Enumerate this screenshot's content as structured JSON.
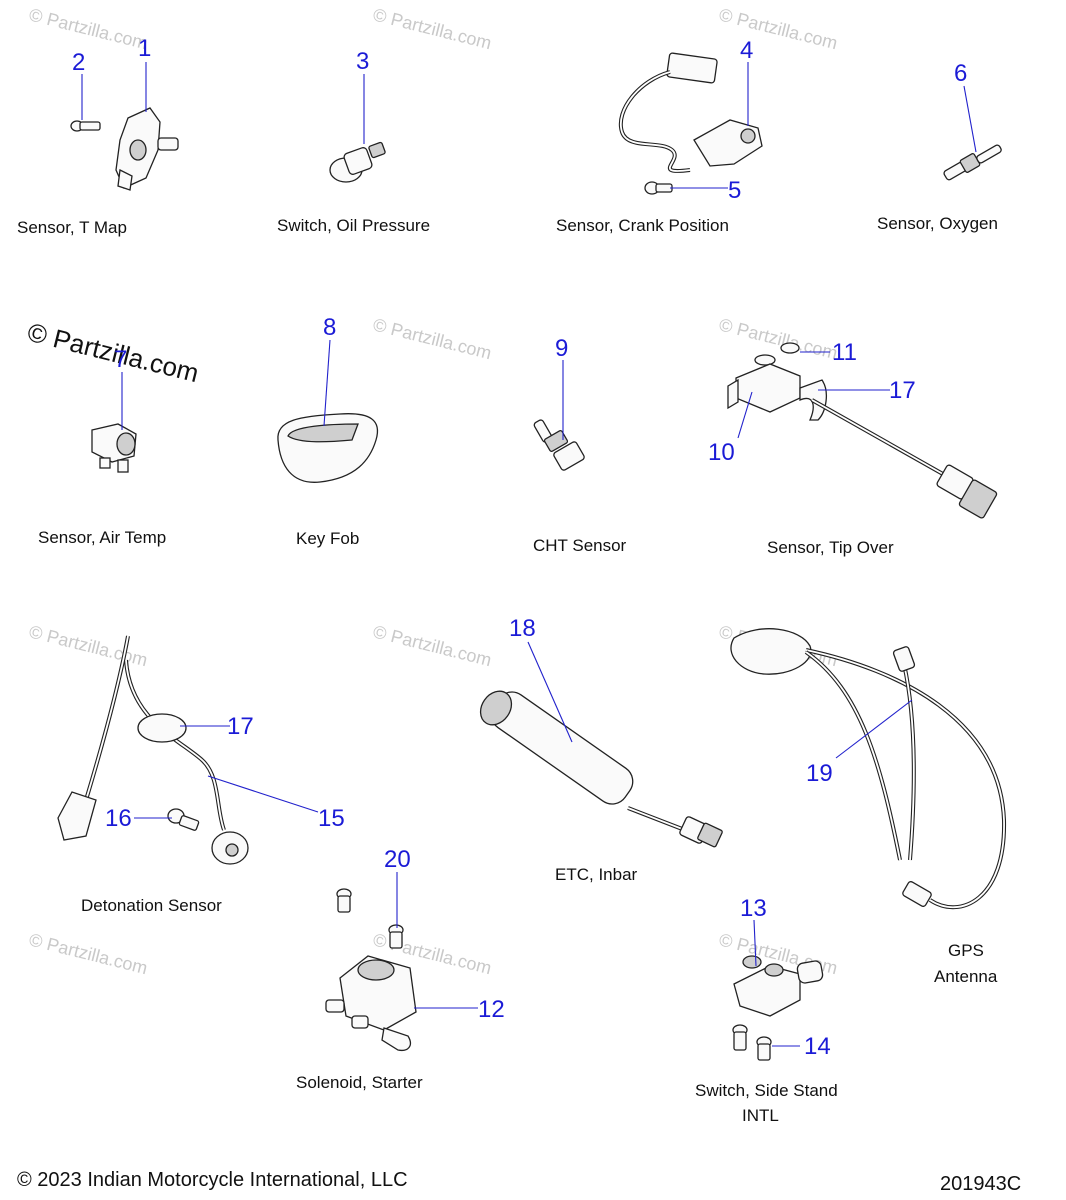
{
  "captions": {
    "t_map": "Sensor, T Map",
    "oil_pressure": "Switch, Oil Pressure",
    "crank_position": "Sensor, Crank Position",
    "oxygen": "Sensor, Oxygen",
    "air_temp": "Sensor, Air Temp",
    "key_fob": "Key Fob",
    "cht": "CHT Sensor",
    "tip_over": "Sensor, Tip Over",
    "detonation": "Detonation Sensor",
    "etc": "ETC, Inbar",
    "gps_line1": "GPS",
    "gps_line2": "Antenna",
    "solenoid": "Solenoid, Starter",
    "side_stand_line1": "Switch, Side Stand",
    "side_stand_line2": "INTL"
  },
  "callouts": {
    "c1": "1",
    "c2": "2",
    "c3": "3",
    "c4": "4",
    "c5": "5",
    "c6": "6",
    "c7": "7",
    "c8": "8",
    "c9": "9",
    "c10": "10",
    "c11": "11",
    "c17a": "17",
    "c18": "18",
    "c19": "19",
    "c17b": "17",
    "c16": "16",
    "c15": "15",
    "c20": "20",
    "c12": "12",
    "c13": "13",
    "c14": "14"
  },
  "watermark": {
    "text": "© Partzilla.com",
    "prominent": "© Partzilla.com"
  },
  "footer": {
    "copyright": "© 2023 Indian Motorcycle International, LLC",
    "diagram_id": "201943C"
  },
  "colors": {
    "callout": "#1b1bd6",
    "leader": "#2222cc",
    "watermark": "#c9c9c9"
  }
}
